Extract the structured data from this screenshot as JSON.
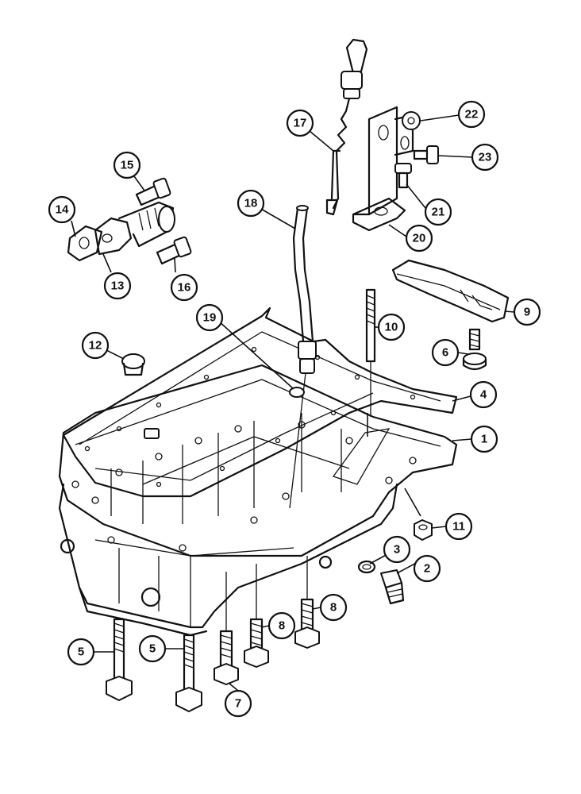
{
  "callouts": [
    {
      "id": "c1",
      "label": "1"
    },
    {
      "id": "c2",
      "label": "2"
    },
    {
      "id": "c3",
      "label": "3"
    },
    {
      "id": "c4",
      "label": "4"
    },
    {
      "id": "c5a",
      "label": "5"
    },
    {
      "id": "c5b",
      "label": "5"
    },
    {
      "id": "c6",
      "label": "6"
    },
    {
      "id": "c7",
      "label": "7"
    },
    {
      "id": "c8a",
      "label": "8"
    },
    {
      "id": "c8b",
      "label": "8"
    },
    {
      "id": "c9",
      "label": "9"
    },
    {
      "id": "c10",
      "label": "10"
    },
    {
      "id": "c11",
      "label": "11"
    },
    {
      "id": "c12",
      "label": "12"
    },
    {
      "id": "c13",
      "label": "13"
    },
    {
      "id": "c14",
      "label": "14"
    },
    {
      "id": "c15",
      "label": "15"
    },
    {
      "id": "c16",
      "label": "16"
    },
    {
      "id": "c17",
      "label": "17"
    },
    {
      "id": "c18",
      "label": "18"
    },
    {
      "id": "c19",
      "label": "19"
    },
    {
      "id": "c20",
      "label": "20"
    },
    {
      "id": "c21",
      "label": "21"
    },
    {
      "id": "c22",
      "label": "22"
    },
    {
      "id": "c23",
      "label": "23"
    }
  ]
}
